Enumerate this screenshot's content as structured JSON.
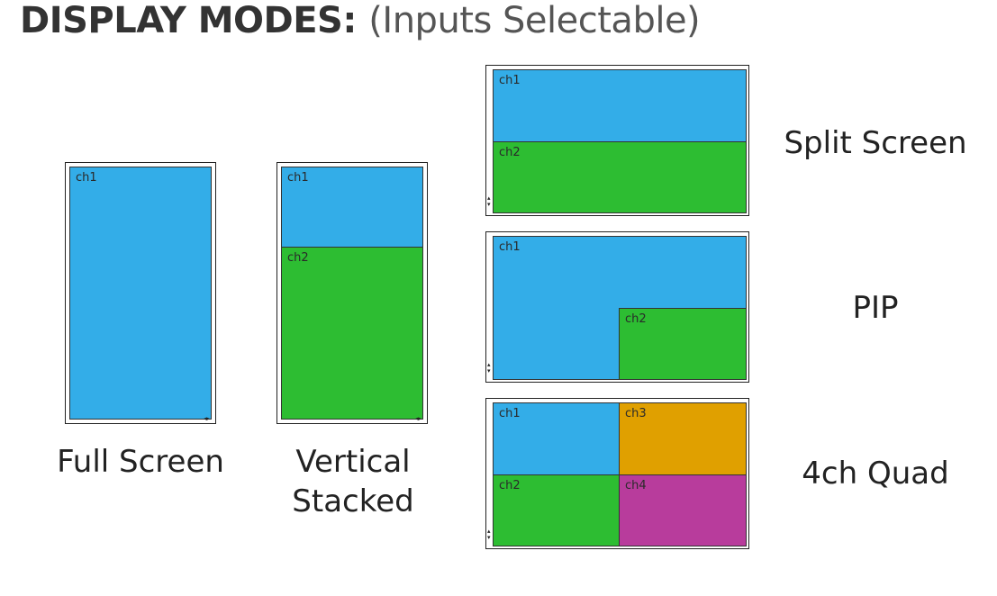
{
  "title": {
    "bold": "DISPLAY MODES:",
    "light": "(Inputs Selectable)"
  },
  "colors": {
    "ch1": "#33ade8",
    "ch2": "#2dbd32",
    "ch3": "#e0a000",
    "ch4": "#b83c9c"
  },
  "modes": {
    "full_screen": {
      "caption": "Full Screen",
      "channels": {
        "ch1": "ch1"
      }
    },
    "vertical_stacked": {
      "caption_line1": "Vertical",
      "caption_line2": "Stacked",
      "channels": {
        "ch1": "ch1",
        "ch2": "ch2"
      }
    },
    "split_screen": {
      "caption": "Split Screen",
      "channels": {
        "ch1": "ch1",
        "ch2": "ch2"
      }
    },
    "pip": {
      "caption": "PIP",
      "channels": {
        "ch1": "ch1",
        "ch2": "ch2"
      }
    },
    "quad": {
      "caption": "4ch Quad",
      "channels": {
        "ch1": "ch1",
        "ch2": "ch2",
        "ch3": "ch3",
        "ch4": "ch4"
      }
    }
  }
}
